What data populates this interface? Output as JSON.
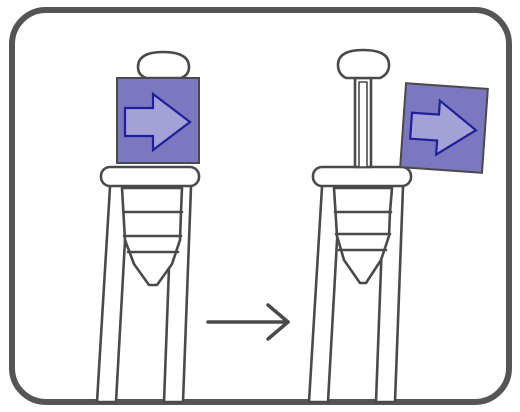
{
  "colors": {
    "frame": "#555555",
    "line": "#4a4a4a",
    "label_fill": "#7b78bf",
    "label_arrow_fill": "#a4a1d9",
    "label_arrow_stroke": "#1f1f9a",
    "background": "#ffffff"
  },
  "panels": [
    {
      "step": "before",
      "label_attached": true,
      "icon": "arrow-right-label"
    },
    {
      "step": "after",
      "label_attached": false,
      "icon": "arrow-right-label"
    }
  ],
  "transition_icon": "arrow-right-icon"
}
